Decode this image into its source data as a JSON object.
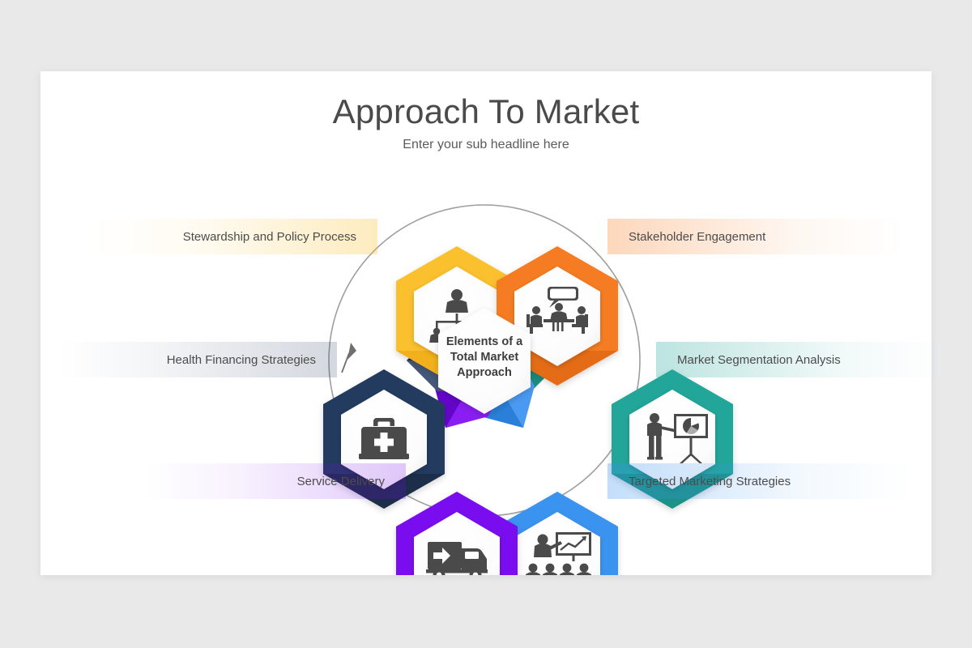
{
  "slide": {
    "title": "Approach To Market",
    "subtitle": "Enter your sub headline here",
    "background_color": "#e9e9ea",
    "card_color": "#ffffff"
  },
  "center": {
    "label": "Elements of a\nTotal Market\nApproach",
    "line1": "Elements of a",
    "line2": "Total Market",
    "line3": "Approach",
    "fill": "#ffffff"
  },
  "segments": [
    {
      "id": "stewardship",
      "label": "Stewardship and Policy Process",
      "side": "left",
      "position": "top-left",
      "color": "#fbc02d",
      "color_dark": "#f0ad18",
      "color_light": "#ffd34d",
      "icon": "org-chart-icon"
    },
    {
      "id": "stakeholder",
      "label": "Stakeholder Engagement",
      "side": "right",
      "position": "top-right",
      "color": "#f57c20",
      "color_dark": "#e06a12",
      "color_light": "#fb9147",
      "icon": "meeting-table-icon"
    },
    {
      "id": "market-segmentation",
      "label": "Market Segmentation Analysis",
      "side": "right",
      "position": "right",
      "color": "#23a699",
      "color_dark": "#1b8d82",
      "color_light": "#42bdb0",
      "icon": "presenter-pie-chart-icon"
    },
    {
      "id": "targeted-marketing",
      "label": "Targeted Marketing Strategies",
      "side": "right",
      "position": "bottom-right",
      "color": "#3b93f0",
      "color_dark": "#2a7fd8",
      "color_light": "#5fa9f5",
      "icon": "audience-presentation-icon"
    },
    {
      "id": "service-delivery",
      "label": "Service Delivery",
      "side": "left",
      "position": "bottom-left",
      "color": "#7a08ef",
      "color_dark": "#6405c9",
      "color_light": "#9a3bf5",
      "icon": "delivery-truck-icon"
    },
    {
      "id": "health-financing",
      "label": "Health Financing Strategies",
      "side": "left",
      "position": "left",
      "color": "#243a5e",
      "color_dark": "#1a2b47",
      "color_light": "#3c5478",
      "icon": "first-aid-kit-icon"
    }
  ],
  "decor": {
    "arc_color": "#8d8d8d",
    "arrow_label": "direction-arrow"
  }
}
